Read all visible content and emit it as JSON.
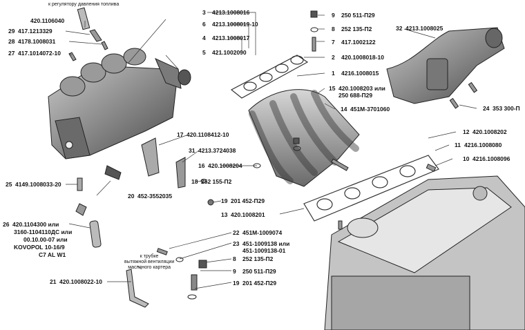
{
  "notes": {
    "to_regulator": "к регулятору давления топлива",
    "to_tube_1": "к трубке",
    "to_tube_2": "вытяжной вентиляции",
    "to_tube_3": "масляного картера"
  },
  "callouts": [
    {
      "num": "3",
      "code": "4213.1008016"
    },
    {
      "num": "6",
      "code": "4213.1008019-10"
    },
    {
      "num": "4",
      "code": "4213.1008017"
    },
    {
      "num": "5",
      "code": "421.1002090"
    },
    {
      "num": "9",
      "code": "250 511-П29"
    },
    {
      "num": "8",
      "code": "252 135-П2"
    },
    {
      "num": "7",
      "code": "417.1002122"
    },
    {
      "num": "2",
      "code": "420.1008018-10"
    },
    {
      "num": "1",
      "code": "4216.1008015"
    },
    {
      "num": "15",
      "code": "420.1008203 или"
    },
    {
      "num": "",
      "code": "250 688-П29"
    },
    {
      "num": "14",
      "code": "451М-3701060"
    },
    {
      "num": "32",
      "code": "4213.1008025"
    },
    {
      "num": "24",
      "code": "353 300-П"
    },
    {
      "num": "12",
      "code": "420.1008202"
    },
    {
      "num": "11",
      "code": "4216.1008080"
    },
    {
      "num": "10",
      "code": "4216.1008096"
    },
    {
      "num": "",
      "code": "420.1106040"
    },
    {
      "num": "29",
      "code": "417.1213329"
    },
    {
      "num": "28",
      "code": "4178.1008031"
    },
    {
      "num": "27",
      "code": "417.1014072-10"
    },
    {
      "num": "17",
      "code": "420.1108412-10"
    },
    {
      "num": "31",
      "code": "4213.3724038"
    },
    {
      "num": "16",
      "code": "420.1008204"
    },
    {
      "num": "18",
      "code": "252 155-П2"
    },
    {
      "num": "19",
      "code": "201 452-П29"
    },
    {
      "num": "13",
      "code": "420.1008201"
    },
    {
      "num": "25",
      "code": "4149.1008033-20"
    },
    {
      "num": "20",
      "code": "452-3552035"
    },
    {
      "num": "26",
      "code": "420.1104300 или"
    },
    {
      "num": "",
      "code": "3160-1104110ДС или"
    },
    {
      "num": "",
      "code": "00.10.00-07 или"
    },
    {
      "num": "",
      "code": "KOVOPOL 10-16/9"
    },
    {
      "num": "",
      "code": "C7 AL W1"
    },
    {
      "num": "22",
      "code": "451М-1009074"
    },
    {
      "num": "23",
      "code": "451-1009138 или"
    },
    {
      "num": "",
      "code": "451-1009138-01"
    },
    {
      "num": "8",
      "code": "252 135-П2"
    },
    {
      "num": "9",
      "code": "250 511-П29"
    },
    {
      "num": "19",
      "code": "201 452-П29"
    },
    {
      "num": "21",
      "code": "420.1008022-10"
    }
  ]
}
